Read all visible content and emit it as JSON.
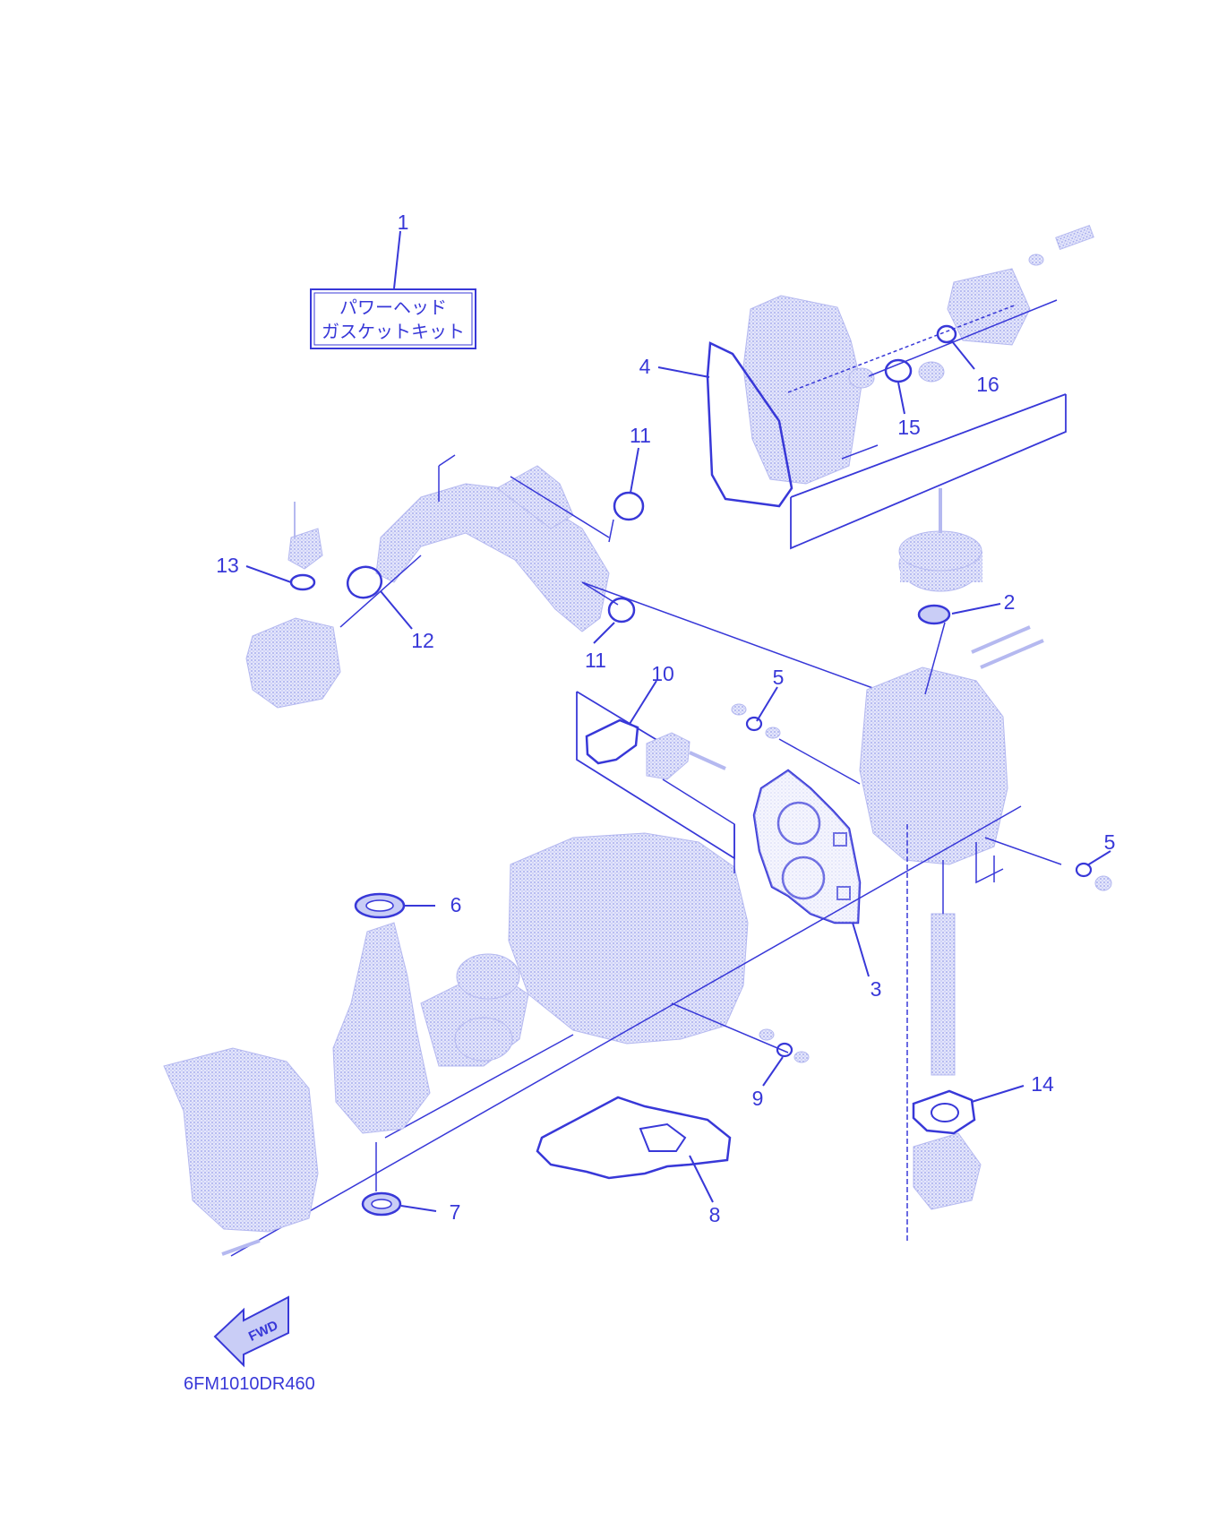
{
  "diagram": {
    "kit_label": {
      "line1": "パワーヘッド",
      "line2": "ガスケットキット"
    },
    "parts": [
      {
        "id": "part-1",
        "number": "1"
      },
      {
        "id": "part-2",
        "number": "2"
      },
      {
        "id": "part-3",
        "number": "3"
      },
      {
        "id": "part-4",
        "number": "4"
      },
      {
        "id": "part-5a",
        "number": "5"
      },
      {
        "id": "part-5b",
        "number": "5"
      },
      {
        "id": "part-6",
        "number": "6"
      },
      {
        "id": "part-7",
        "number": "7"
      },
      {
        "id": "part-8",
        "number": "8"
      },
      {
        "id": "part-9",
        "number": "9"
      },
      {
        "id": "part-10",
        "number": "10"
      },
      {
        "id": "part-11a",
        "number": "11"
      },
      {
        "id": "part-11b",
        "number": "11"
      },
      {
        "id": "part-12",
        "number": "12"
      },
      {
        "id": "part-13",
        "number": "13"
      },
      {
        "id": "part-14",
        "number": "14"
      },
      {
        "id": "part-15",
        "number": "15"
      },
      {
        "id": "part-16",
        "number": "16"
      }
    ],
    "direction_arrow": "FWD",
    "drawing_code": "6FM1010DR460",
    "colors": {
      "line": "#3838d8",
      "part_fill": "#c9cdf6",
      "background": "#ffffff"
    }
  }
}
